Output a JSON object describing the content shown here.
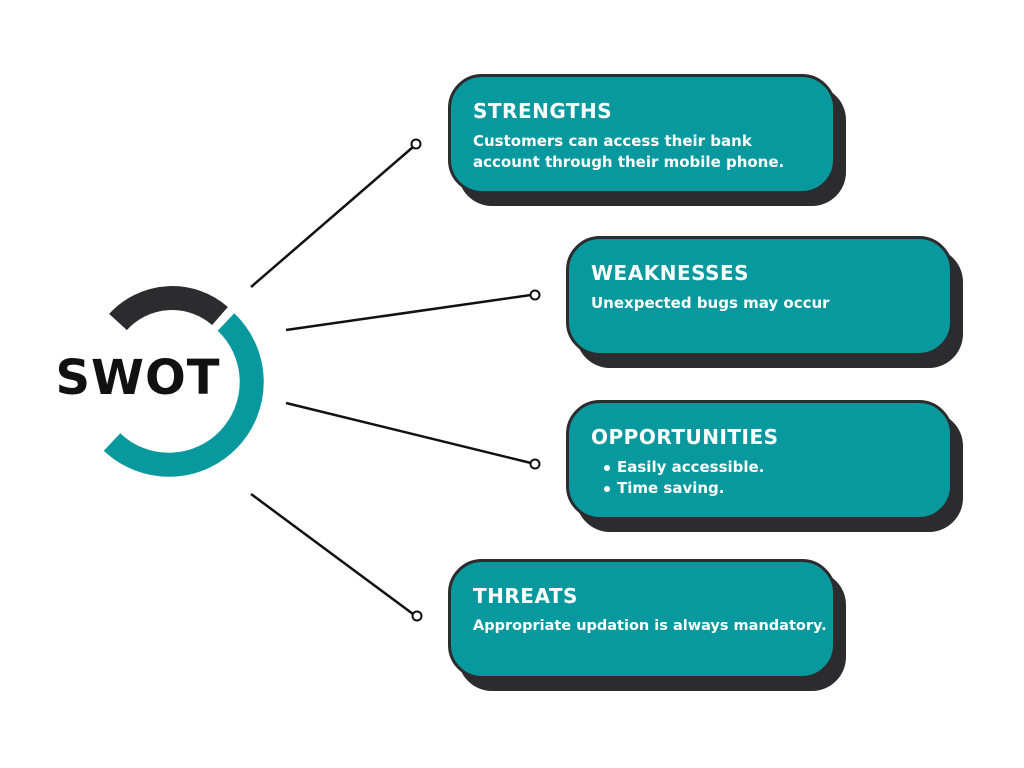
{
  "hub": {
    "title": "SWOT"
  },
  "colors": {
    "teal": "#07999d",
    "dark": "#2c2c2e",
    "line": "#111111"
  },
  "strengths": {
    "heading": "STRENGTHS",
    "text": "Customers can  access their bank account through their mobile phone."
  },
  "weaknesses": {
    "heading": "WEAKNESSES",
    "text": "Unexpected bugs may  occur"
  },
  "opportunities": {
    "heading": "OPPORTUNITIES",
    "bullets": [
      "Easily accessible.",
      "Time  saving."
    ]
  },
  "threats": {
    "heading": "THREATS",
    "text": "Appropriate  updation  is always mandatory."
  }
}
